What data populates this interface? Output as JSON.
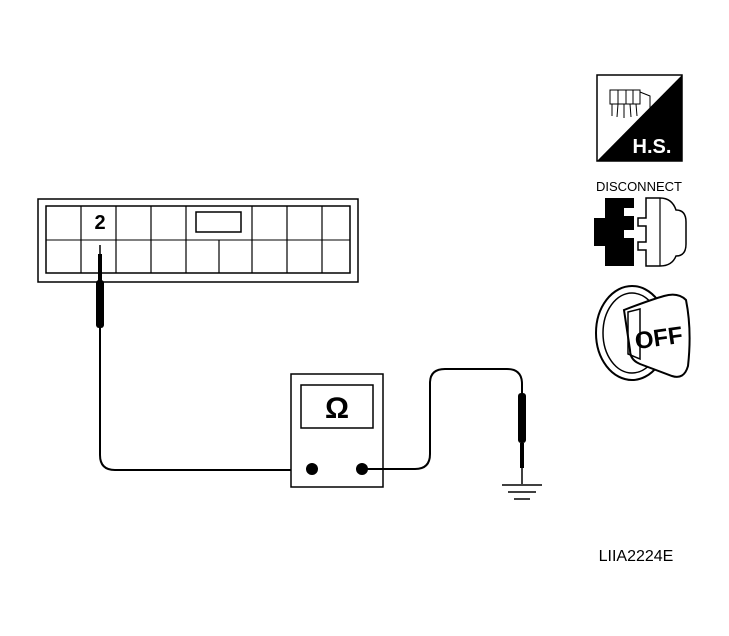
{
  "diagram": {
    "connector_pin_label": "2",
    "meter_symbol": "Ω",
    "ref_code": "LIIA2224E",
    "colors": {
      "ink": "#000000",
      "paper": "#ffffff",
      "hs_box_fill": "#ffffff",
      "hs_box_dark": "#000000"
    }
  },
  "icons": {
    "hs": {
      "label": "H.S.",
      "icon": "harness-side-connector-icon"
    },
    "disconnect": {
      "label": "DISCONNECT",
      "icon": "disconnect-connector-icon"
    },
    "ignition": {
      "label": "OFF",
      "icon": "ignition-key-off-icon"
    }
  }
}
